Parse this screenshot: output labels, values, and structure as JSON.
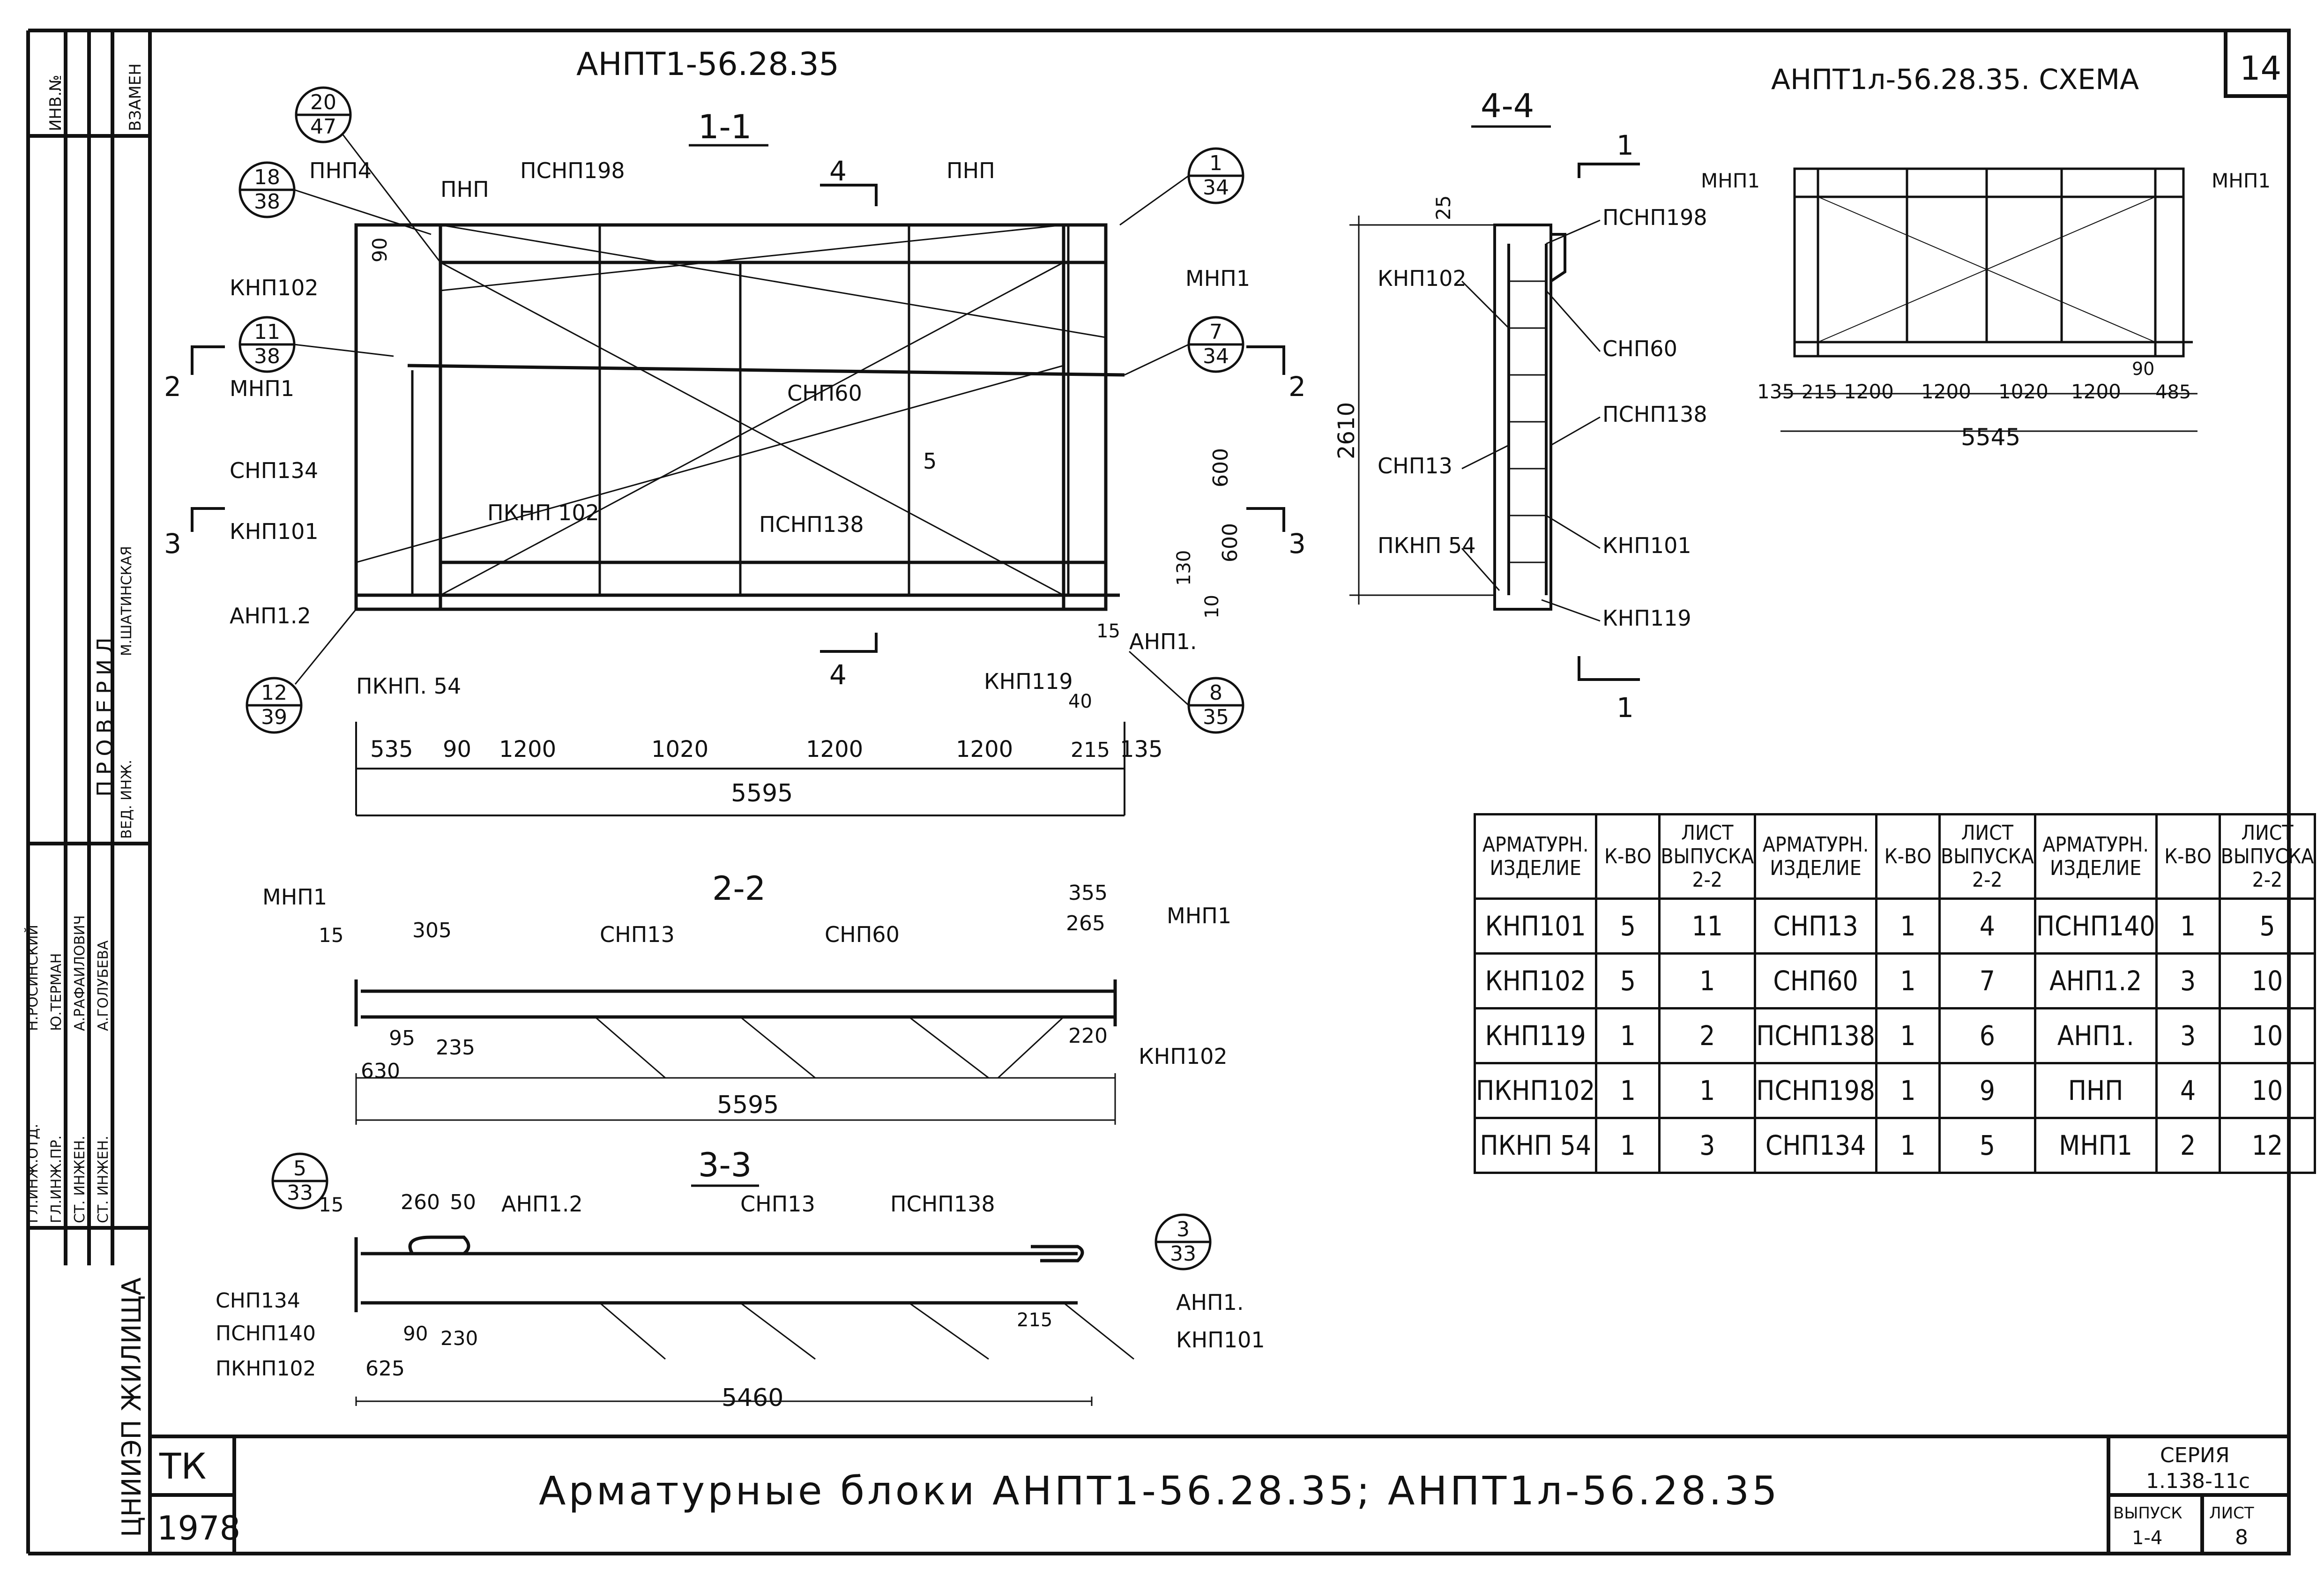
{
  "frame": {
    "sheet_no": "14",
    "title_block": {
      "tk": "ТК",
      "year": "1978",
      "main_title": "Арматурные блоки АНПТ1-56.28.35; АНПТ1л-56.28.35",
      "series_label": "СЕРИЯ",
      "series_value": "1.138-11с",
      "issue_label": "ВЫПУСК",
      "issue_value": "1-4",
      "sheet_label": "ЛИСТ",
      "sheet_value": "8",
      "org": "ЦНИИЭП ЖИЛИЩА"
    },
    "side_stamp": {
      "inv": "ИНВ.№",
      "vzam": "ВЗАМЕН",
      "checked": "ПРОВЕРИЛ",
      "roles": [
        "ГЛ.ИНЖ.ОТД.",
        "ГЛ.ИНЖ.ПР.",
        "СТ. ИНЖЕН.",
        "СТ. ИНЖЕН.",
        "ВЕД. ИНЖ."
      ],
      "names": [
        "Н.РОСИНСКИЙ",
        "Ю.ТЕРМАН",
        "А.РАФАИЛОВИЧ",
        "А.ГОЛУБЕВА",
        "М.ШАТИНСКАЯ"
      ]
    }
  },
  "view_1_1": {
    "title": "АНПТ1-56.28.35",
    "section": "1-1",
    "labels": [
      "ПНП4",
      "ПНП",
      "ПСНП198",
      "ПНП",
      "КНП102",
      "МНП1",
      "МНП1",
      "СНП60",
      "СНП134",
      "ПКНП 102",
      "ПСНП138",
      "КНП101",
      "АНП1.2",
      "ПКНП. 54",
      "КНП119",
      "АНП1."
    ],
    "callouts": [
      {
        "top": "20",
        "bottom": "47"
      },
      {
        "top": "18",
        "bottom": "38"
      },
      {
        "top": "1",
        "bottom": "34"
      },
      {
        "top": "11",
        "bottom": "38"
      },
      {
        "top": "7",
        "bottom": "34"
      },
      {
        "top": "12",
        "bottom": "39"
      },
      {
        "top": "8",
        "bottom": "35"
      }
    ],
    "cut_marks": [
      "4",
      "4",
      "2",
      "2",
      "3",
      "3"
    ],
    "dims_bottom": [
      "535",
      "90",
      "1200",
      "1020",
      "1200",
      "1200",
      "215",
      "135"
    ],
    "dim_total": "5595",
    "dims_misc": [
      "90",
      "5",
      "600",
      "600",
      "130",
      "10",
      "15",
      "40"
    ]
  },
  "view_4_4": {
    "section": "4-4",
    "labels": [
      "ПСНП198",
      "КНП102",
      "СНП60",
      "ПСНП138",
      "СНП13",
      "ПКНП 54",
      "КНП101",
      "КНП119"
    ],
    "dims": [
      "25",
      "2610"
    ],
    "cut_marks": [
      "1",
      "1"
    ]
  },
  "view_schema": {
    "title": "АНПТ1л-56.28.35. СХЕМА",
    "labels": [
      "МНП1",
      "МНП1"
    ],
    "dims": [
      "135",
      "215",
      "1200",
      "1200",
      "1020",
      "1200",
      "485",
      "90"
    ],
    "dim_total": "5545"
  },
  "view_2_2": {
    "section": "2-2",
    "labels": [
      "МНП1",
      "СНП13",
      "СНП60",
      "МНП1",
      "КНП102"
    ],
    "dims": [
      "15",
      "305",
      "355",
      "265",
      "95",
      "235",
      "630",
      "220"
    ],
    "dim_total": "5595"
  },
  "view_3_3": {
    "section": "3-3",
    "labels": [
      "АНП1.2",
      "СНП13",
      "ПСНП138",
      "СНП134",
      "ПСНП140",
      "ПКНП102",
      "АНП1.",
      "КНП101"
    ],
    "callouts": [
      {
        "top": "5",
        "bottom": "33"
      },
      {
        "top": "3",
        "bottom": "33"
      }
    ],
    "dims": [
      "15",
      "260",
      "50",
      "90",
      "230",
      "625",
      "215"
    ],
    "dim_total": "5460"
  },
  "spec_table": {
    "headers": [
      "АРМАТУРН. ИЗДЕЛИЕ",
      "К-ВО",
      "ЛИСТ ВЫПУСКА 2-2",
      "АРМАТУРН. ИЗДЕЛИЕ",
      "К-ВО",
      "ЛИСТ ВЫПУСКА 2-2",
      "АРМАТУРН. ИЗДЕЛИЕ",
      "К-ВО",
      "ЛИСТ ВЫПУСКА 2-2"
    ],
    "rows": [
      [
        "КНП101",
        "5",
        "11",
        "СНП13",
        "1",
        "4",
        "ПСНП140",
        "1",
        "5"
      ],
      [
        "КНП102",
        "5",
        "1",
        "СНП60",
        "1",
        "7",
        "АНП1.2",
        "3",
        "10"
      ],
      [
        "КНП119",
        "1",
        "2",
        "ПСНП138",
        "1",
        "6",
        "АНП1.",
        "3",
        "10"
      ],
      [
        "ПКНП102",
        "1",
        "1",
        "ПСНП198",
        "1",
        "9",
        "ПНП",
        "4",
        "10"
      ],
      [
        "ПКНП 54",
        "1",
        "3",
        "СНП134",
        "1",
        "5",
        "МНП1",
        "2",
        "12"
      ]
    ]
  }
}
